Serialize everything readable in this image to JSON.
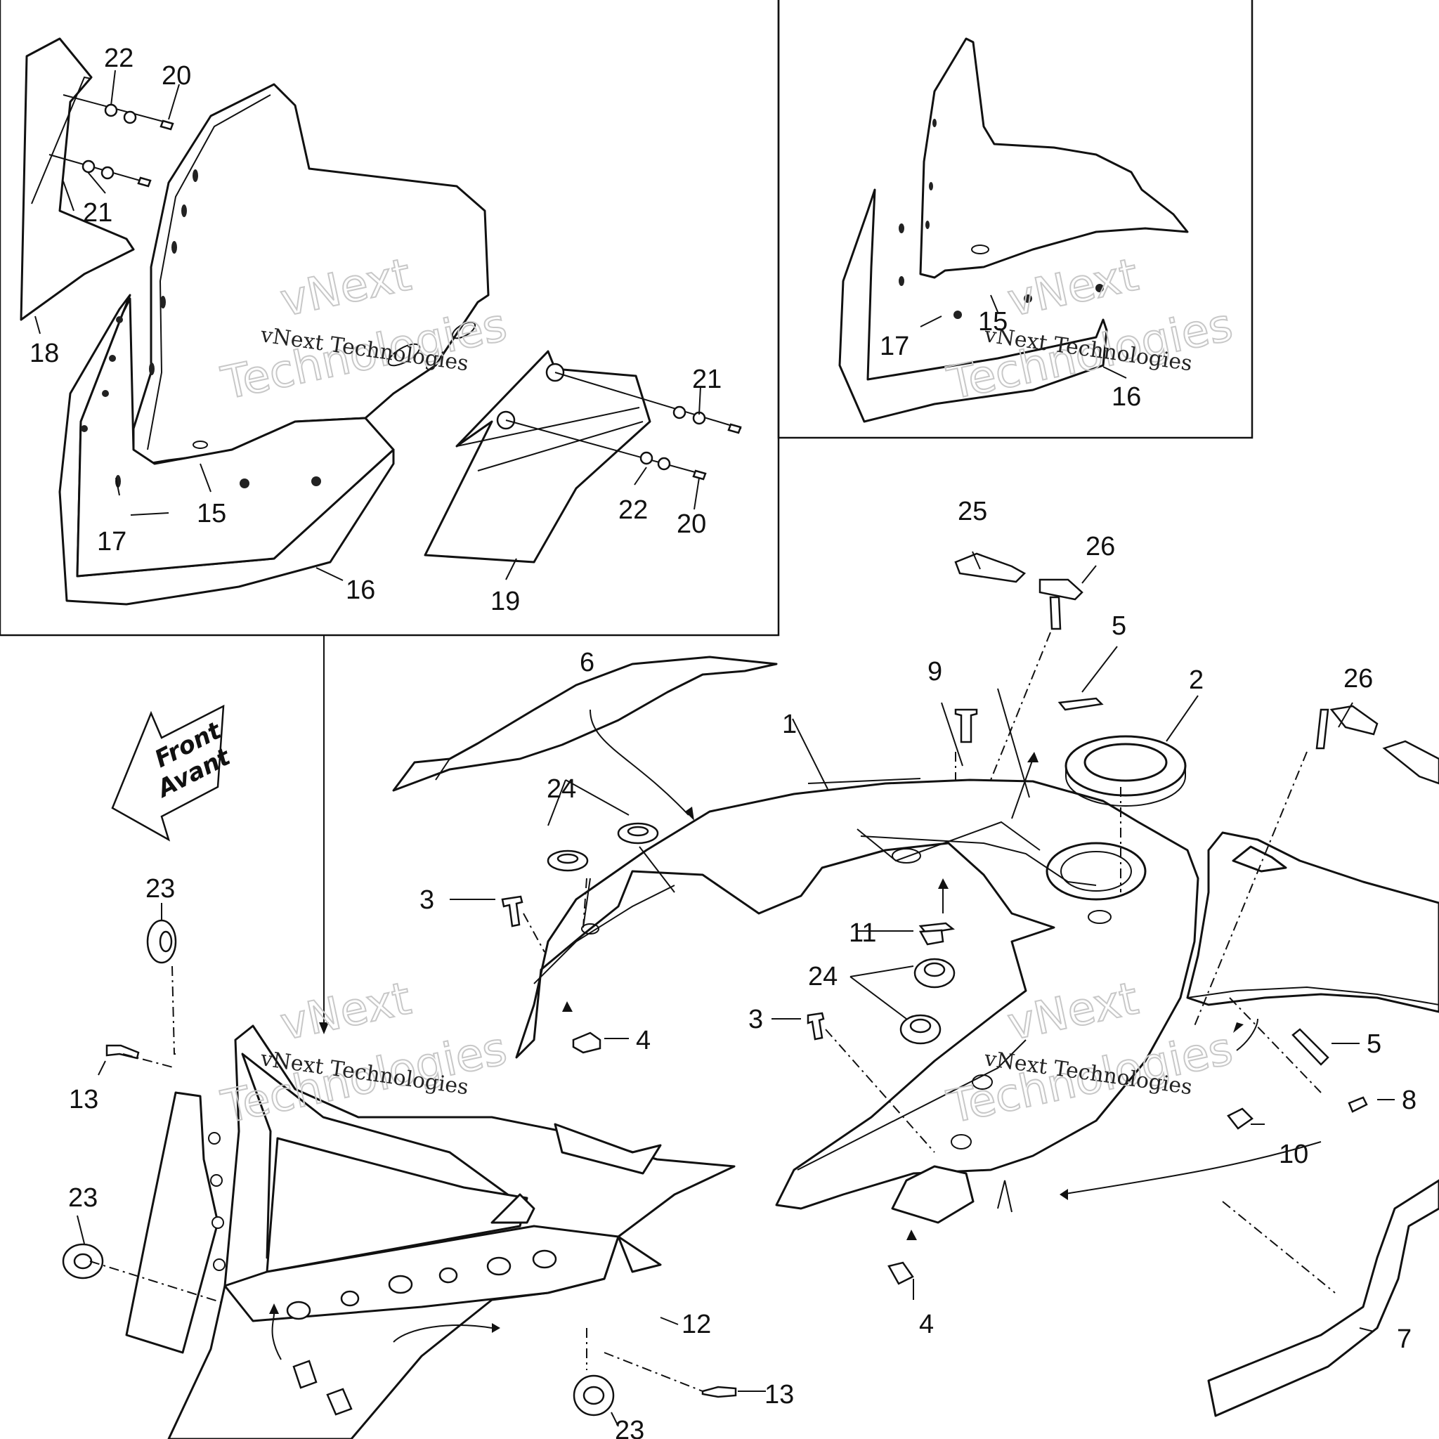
{
  "diagram": {
    "front_arrow": {
      "line1": "Front",
      "line2": "Avant",
      "icon": "front-direction-arrow-icon"
    },
    "watermark": {
      "line1": "vNext Technologies",
      "line2": "vNext",
      "line3": "Technologies"
    },
    "callouts": {
      "c1": "1",
      "c2": "2",
      "c3": "3",
      "c4": "4",
      "c5": "5",
      "c6": "6",
      "c7": "7",
      "c8": "8",
      "c9": "9",
      "c10": "10",
      "c11": "11",
      "c12": "12",
      "c13": "13",
      "c15": "15",
      "c16": "16",
      "c17": "17",
      "c18": "18",
      "c19": "19",
      "c20": "20",
      "c21": "21",
      "c22": "22",
      "c23": "23",
      "c24": "24",
      "c25": "25",
      "c26": "26"
    }
  }
}
